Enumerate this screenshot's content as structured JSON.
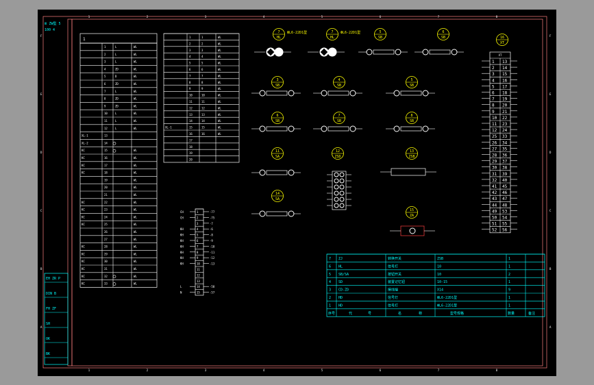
{
  "drawing": {
    "title_block_note": [
      "Ⅲ  ZW型 5",
      "100  4"
    ],
    "left_strip_labels": [
      "EH ZR   P",
      "DIN   B",
      "FH  ZF",
      "SH",
      "OK",
      "BK"
    ]
  },
  "left_table": {
    "header_number": "1",
    "rows": [
      [
        "",
        "1",
        "L",
        "WL"
      ],
      [
        "",
        "2",
        "L",
        "WL"
      ],
      [
        "",
        "3",
        "L",
        "WL"
      ],
      [
        "",
        "4",
        "ZD",
        "WL"
      ],
      [
        "",
        "5",
        "D",
        "WL"
      ],
      [
        "",
        "6",
        "ZD",
        "WL"
      ],
      [
        "",
        "7",
        "L",
        "WL"
      ],
      [
        "",
        "8",
        "ZD",
        "WL"
      ],
      [
        "",
        "9",
        "ZD",
        "WL"
      ],
      [
        "",
        "10",
        "L",
        "WL"
      ],
      [
        "",
        "11",
        "L",
        "WL"
      ],
      [
        "",
        "12",
        "L",
        "WL"
      ],
      [
        "XL-1",
        "13",
        "",
        ""
      ],
      [
        "XL-2",
        "14",
        "",
        ""
      ],
      [
        "KC",
        "15",
        "",
        "WL"
      ],
      [
        "KC",
        "16",
        "",
        "WL"
      ],
      [
        "KC",
        "17",
        "",
        "WL"
      ],
      [
        "KC",
        "18",
        "",
        "WL"
      ],
      [
        "",
        "19",
        "",
        "WL"
      ],
      [
        "",
        "20",
        "",
        "WL"
      ],
      [
        "",
        "21",
        "",
        "WL"
      ],
      [
        "KC",
        "22",
        "",
        "WL"
      ],
      [
        "KC",
        "23",
        "",
        "WL"
      ],
      [
        "KC",
        "24",
        "",
        "WL"
      ],
      [
        "KC",
        "25",
        "",
        "WL"
      ],
      [
        "",
        "26",
        "",
        "WL"
      ],
      [
        "",
        "27",
        "",
        "WL"
      ],
      [
        "KC",
        "28",
        "",
        "WL"
      ],
      [
        "KC",
        "29",
        "",
        "WL"
      ],
      [
        "KC",
        "30",
        "",
        "WL"
      ],
      [
        "KC",
        "31",
        "",
        "WL"
      ],
      [
        "KC",
        "32",
        "",
        "WL"
      ],
      [
        "KC",
        "33",
        "",
        "WL"
      ]
    ]
  },
  "mid_table": {
    "rows": [
      [
        "",
        "1",
        "1",
        "WL"
      ],
      [
        "",
        "2",
        "2",
        "WL"
      ],
      [
        "",
        "3",
        "3",
        "WL"
      ],
      [
        "",
        "4",
        "4",
        "WL"
      ],
      [
        "",
        "5",
        "5",
        "WL"
      ],
      [
        "",
        "6",
        "6",
        "WL"
      ],
      [
        "",
        "7",
        "7",
        "WL"
      ],
      [
        "",
        "8",
        "8",
        "WL"
      ],
      [
        "",
        "9",
        "9",
        "WL"
      ],
      [
        "",
        "10",
        "10",
        "WL"
      ],
      [
        "",
        "11",
        "11",
        "WL"
      ],
      [
        "",
        "12",
        "12",
        "WL"
      ],
      [
        "",
        "13",
        "13",
        "WL"
      ],
      [
        "",
        "14",
        "14",
        "WL"
      ],
      [
        "XL-1",
        "15",
        "15",
        "WL"
      ],
      [
        "",
        "16",
        "16",
        "WL"
      ],
      [
        "",
        "17",
        "",
        ""
      ],
      [
        "",
        "18",
        "",
        ""
      ],
      [
        "",
        "19",
        "",
        ""
      ],
      [
        "",
        "20",
        "",
        ""
      ]
    ]
  },
  "devices": {
    "row1": [
      {
        "num": "7",
        "code": "HL",
        "label": "ФL6-22D1型"
      },
      {
        "num": "7",
        "code": "HL",
        "label": "ФL6-22D1型"
      },
      {
        "num": "5",
        "code": "SB",
        "label": ""
      },
      {
        "num": "6",
        "code": "SB",
        "label": ""
      }
    ],
    "row2": [
      {
        "num": "3",
        "code": "SB"
      },
      {
        "num": "4",
        "code": "SB"
      },
      {
        "num": "5",
        "code": "SB"
      }
    ],
    "row3": [
      {
        "num": "6",
        "code": "SB"
      },
      {
        "num": "7",
        "code": "SB"
      },
      {
        "num": "8",
        "code": "SB"
      }
    ],
    "row4": [
      {
        "num": "11",
        "code": "SA"
      },
      {
        "num": "12",
        "code": "ZSD"
      },
      {
        "num": "13",
        "code": "ZSB"
      }
    ],
    "row5": [
      {
        "num": "14",
        "code": "SA"
      },
      {
        "num": "15",
        "code": "ZA"
      }
    ],
    "right_terminal_header": {
      "num": "16",
      "code": "XT"
    }
  },
  "right_terminal": {
    "header": "XT",
    "pairs": [
      [
        "1",
        "13"
      ],
      [
        "2",
        "14"
      ],
      [
        "3",
        "15"
      ],
      [
        "4",
        "16"
      ],
      [
        "5",
        "17"
      ],
      [
        "6",
        "18"
      ],
      [
        "7",
        "19"
      ],
      [
        "8",
        "20"
      ],
      [
        "9",
        "21"
      ],
      [
        "10",
        "22"
      ],
      [
        "11",
        "23"
      ],
      [
        "12",
        "24"
      ],
      [
        "25",
        "33"
      ],
      [
        "26",
        "34"
      ],
      [
        "27",
        "35"
      ],
      [
        "28",
        "36"
      ],
      [
        "29",
        "37"
      ],
      [
        "30",
        "38"
      ],
      [
        "31",
        "39"
      ],
      [
        "32",
        "40"
      ],
      [
        "41",
        "45"
      ],
      [
        "42",
        "46"
      ],
      [
        "43",
        "47"
      ],
      [
        "44",
        "48"
      ],
      [
        "49",
        "53"
      ],
      [
        "50",
        "54"
      ],
      [
        "51",
        "55"
      ],
      [
        "52",
        "56"
      ]
    ]
  },
  "mid_terminal": {
    "rows": [
      {
        "left": "CH",
        "num": "1",
        "right": "-77"
      },
      {
        "left": "CH",
        "num": "2",
        "right": "-75"
      },
      {
        "left": "",
        "num": "3",
        "right": "-7"
      },
      {
        "left": "KH",
        "num": "4",
        "right": "-6"
      },
      {
        "left": "KH",
        "num": "5",
        "right": "-8"
      },
      {
        "left": "KH",
        "num": "6",
        "right": "-9"
      },
      {
        "left": "KH",
        "num": "7",
        "right": "-10"
      },
      {
        "left": "KH",
        "num": "8",
        "right": "-11"
      },
      {
        "left": "KH",
        "num": "9",
        "right": "-12"
      },
      {
        "left": "KH",
        "num": "10",
        "right": "-13"
      },
      {
        "left": "",
        "num": "11",
        "right": ""
      },
      {
        "left": "",
        "num": "12",
        "right": ""
      },
      {
        "left": "",
        "num": "13",
        "right": ""
      },
      {
        "left": "L",
        "num": "14",
        "right": "-58"
      },
      {
        "left": "N",
        "num": "15",
        "right": "-57"
      }
    ]
  },
  "bom": {
    "headers": [
      "序号",
      "代",
      "号",
      "名",
      "称",
      "型号规格",
      "数量",
      "备注"
    ],
    "rows": [
      [
        "7",
        "ZJ",
        "转换开关",
        "ZSB",
        "1",
        ""
      ],
      [
        "6",
        "HL",
        "信号灯",
        "10",
        "1",
        ""
      ],
      [
        "5",
        "SB/SA",
        "按钮开关",
        "10",
        "2",
        ""
      ],
      [
        "4",
        "SD",
        "装置记忆钮",
        "10-15",
        "1",
        ""
      ],
      [
        "3",
        "CD-ZD",
        "接线端",
        "X14",
        "9",
        ""
      ],
      [
        "2",
        "HD",
        "信号灯",
        "ФL6-22D1型",
        "1",
        ""
      ],
      [
        "1",
        "HD",
        "信号灯",
        "ФL6-22D1型",
        "1",
        ""
      ]
    ]
  },
  "border_ticks": {
    "top": [
      "1",
      "2",
      "3",
      "4",
      "5",
      "6",
      "7",
      "8"
    ],
    "bottom": [
      "1",
      "2",
      "3",
      "4",
      "5",
      "6",
      "7",
      "8"
    ],
    "left": [
      "F",
      "E",
      "D",
      "C",
      "B",
      "A"
    ],
    "right": [
      "F",
      "E",
      "D",
      "C",
      "B",
      "A"
    ]
  },
  "colors": {
    "frame": "#ff8080",
    "line": "#ffffff",
    "device": "#ffff00",
    "bom": "#00ffff",
    "accent": "#ff4040"
  }
}
